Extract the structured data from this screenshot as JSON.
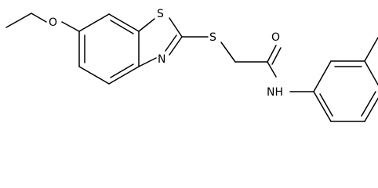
{
  "molecule": {
    "atoms": {
      "ethoxy_O": "O",
      "thiazole_S": "S",
      "thiazole_N": "N",
      "thioether_S": "S",
      "carbonyl_O": "O",
      "amide_NH": "NH"
    }
  },
  "colors": {
    "bond": "#000000",
    "label": "#000000",
    "background": "#ffffff"
  }
}
